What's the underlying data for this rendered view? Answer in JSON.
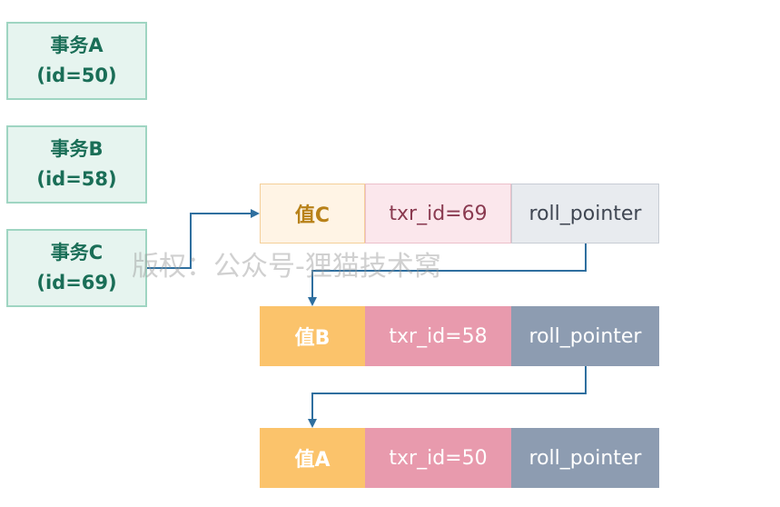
{
  "transactions": [
    {
      "name": "事务A",
      "id_label": "(id=50)"
    },
    {
      "name": "事务B",
      "id_label": "(id=58)"
    },
    {
      "name": "事务C",
      "id_label": "(id=69)"
    }
  ],
  "version_chain": [
    {
      "value": "值C",
      "txr_id": "txr_id=69",
      "pointer": "roll_pointer"
    },
    {
      "value": "值B",
      "txr_id": "txr_id=58",
      "pointer": "roll_pointer"
    },
    {
      "value": "值A",
      "txr_id": "txr_id=50",
      "pointer": "roll_pointer"
    }
  ],
  "watermark": "版权：公众号-狸猫技术窝",
  "colors": {
    "transaction_box": "#e6f4ef",
    "arrow": "#2f6f9f",
    "value_cell": "#fbc36b",
    "txr_cell": "#e89aad",
    "pointer_cell": "#8d9cb1"
  }
}
